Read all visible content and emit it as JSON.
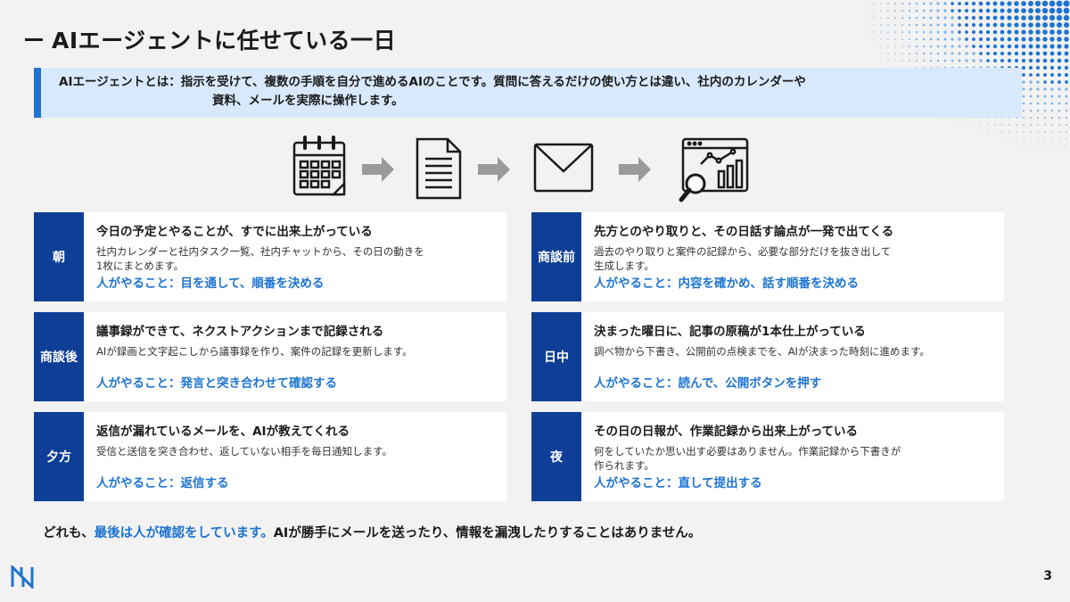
{
  "title": "AIエージェントに任せている一日",
  "callout": {
    "label": "AIエージェントとは：",
    "line1": "指示を受けて、複数の手順を自分で進めるAIのことです。質問に答えるだけの使い方とは違い、社内のカレンダーや",
    "line2": "資料、メールを実際に操作します。"
  },
  "icons": [
    "calendar-icon",
    "document-icon",
    "mail-icon",
    "analytics-icon"
  ],
  "cards": [
    {
      "tag": "朝",
      "head": "今日の予定とやることが、すでに出来上がっている",
      "desc1": "社内カレンダーと社内タスク一覧、社内チャットから、その日の動きを",
      "desc2": "1枚にまとめます。",
      "human": "人がやること：目を通して、順番を決める"
    },
    {
      "tag": "商談前",
      "head": "先方とのやり取りと、その日話す論点が一発で出てくる",
      "desc1": "過去のやり取りと案件の記録から、必要な部分だけを抜き出して",
      "desc2": "生成します。",
      "human": "人がやること：内容を確かめ、話す順番を決める"
    },
    {
      "tag": "商談後",
      "head": "議事録ができて、ネクストアクションまで記録される",
      "desc1": "AIが録画と文字起こしから議事録を作り、案件の記録を更新します。",
      "desc2": "",
      "human": "人がやること：発言と突き合わせて確認する"
    },
    {
      "tag": "日中",
      "head": "決まった曜日に、記事の原稿が1本仕上がっている",
      "desc1": "調べ物から下書き、公開前の点検までを、AIが決まった時刻に進めます。",
      "desc2": "",
      "human": "人がやること：読んで、公開ボタンを押す"
    },
    {
      "tag": "夕方",
      "head": "返信が漏れているメールを、AIが教えてくれる",
      "desc1": "受信と送信を突き合わせ、返していない相手を毎日通知します。",
      "desc2": "",
      "human": "人がやること：返信する"
    },
    {
      "tag": "夜",
      "head": "その日の日報が、作業記録から出来上がっている",
      "desc1": "何をしていたか思い出す必要はありません。作業記録から下書きが",
      "desc2": "作られます。",
      "human": "人がやること：直して提出する"
    }
  ],
  "footer": {
    "pre": "どれも、",
    "highlight": "最後は人が確認をしています。",
    "post": "AIが勝手にメールを送ったり、情報を漏洩したりすることはありません。"
  },
  "page_number": "3",
  "colors": {
    "accent": "#1e74d0",
    "tag": "#0e3e96",
    "callout_bg": "#d8e9fb"
  }
}
